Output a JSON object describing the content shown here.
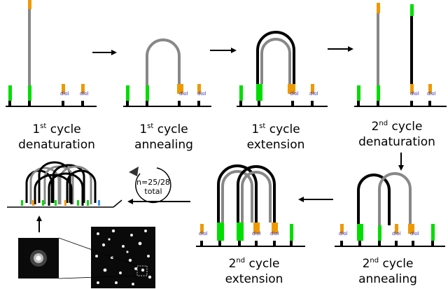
{
  "colors": {
    "strand_gray": "#888888",
    "strand_black": "#000000",
    "primer_green": "#00dd00",
    "primer_orange": "#ee9900",
    "diol_blue": "#3333cc"
  },
  "diol_label": "diol",
  "stages": [
    {
      "ordinal": "1",
      "suffix": "st",
      "word1": "cycle",
      "word2": "denaturation"
    },
    {
      "ordinal": "1",
      "suffix": "st",
      "word1": "cycle",
      "word2": "annealing"
    },
    {
      "ordinal": "1",
      "suffix": "st",
      "word1": "cycle",
      "word2": "extension"
    },
    {
      "ordinal": "2",
      "suffix": "nd",
      "word1": "cycle",
      "word2": "denaturation"
    },
    {
      "ordinal": "2",
      "suffix": "nd",
      "word1": "cycle",
      "word2": "annealing"
    },
    {
      "ordinal": "2",
      "suffix": "nd",
      "word1": "cycle",
      "word2": "extension"
    }
  ],
  "cycle_counter": {
    "line1": "n=25/28",
    "line2": "total"
  }
}
